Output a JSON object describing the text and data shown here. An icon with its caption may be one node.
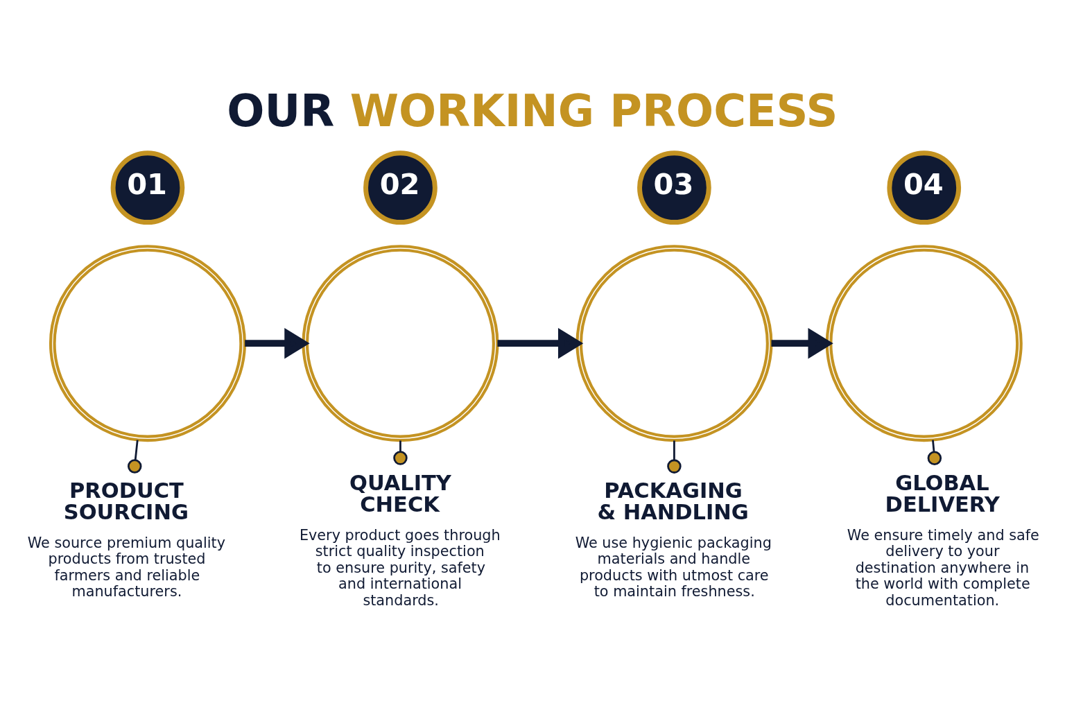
{
  "diagram": {
    "title": "OUR WORKING PROCESS",
    "nodes": [
      {
        "text": [
          "01"
        ]
      },
      {
        "text": [],
        "shape": "circle"
      },
      {
        "text": [
          "PRODUCT SOURCING",
          "We source premium quality products from trusted farmers and reliable manufacturers."
        ]
      },
      {
        "text": [
          "02"
        ]
      },
      {
        "text": [],
        "shape": "circle"
      },
      {
        "text": [
          "QUALITY CHECK",
          "Every product goes through strict quality inspection to ensure purity, safety and international standards."
        ]
      },
      {
        "text": [
          "03"
        ]
      },
      {
        "text": [],
        "shape": "circle"
      },
      {
        "text": [
          "PACKAGING & HANDLING",
          "We use hygienic packaging materials and handle products with utmost care to maintain freshness."
        ]
      },
      {
        "text": [
          "04"
        ]
      },
      {
        "text": [],
        "shape": "circle"
      },
      {
        "text": [
          "GLOBAL DELIVERY",
          "We ensure timely and safe delivery to your destination anywhere in the world with complete documentation."
        ]
      }
    ],
    "edges": [
      {
        "from": 1,
        "to": 2,
        "arrow": "other"
      },
      {
        "from": 1,
        "to": 4,
        "arrow": "to",
        "style": "thick"
      },
      {
        "from": 4,
        "to": 5,
        "arrow": "other"
      },
      {
        "from": 4,
        "to": 7,
        "arrow": "to",
        "style": "thick"
      },
      {
        "from": 7,
        "to": 8,
        "arrow": "other"
      },
      {
        "from": 7,
        "to": 10,
        "arrow": "to",
        "style": "thick"
      },
      {
        "from": 10,
        "to": 11,
        "arrow": "other"
      }
    ]
  }
}
